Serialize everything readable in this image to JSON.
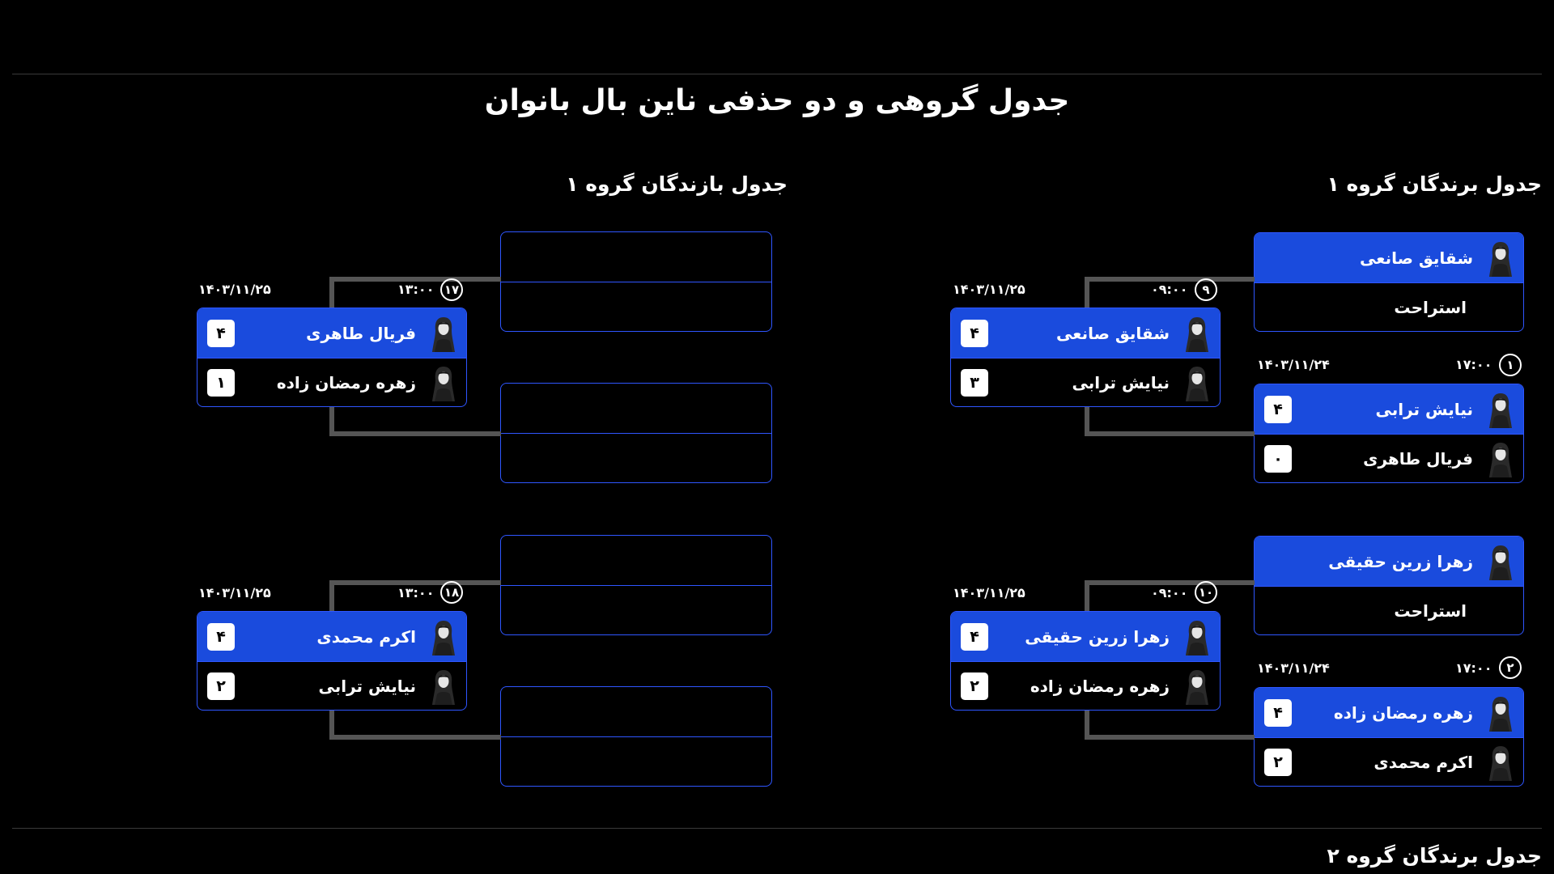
{
  "page": {
    "title": "جدول گروهی و دو حذفی ناین بال بانوان",
    "winners_group1": "جدول برندگان گروه ۱",
    "losers_group1": "جدول بازندگان گروه ۱",
    "winners_group2": "جدول برندگان گروه ۲"
  },
  "bye": {
    "a": {
      "player": "شقایق صانعی",
      "status": "استراحت"
    },
    "b": {
      "player": "زهرا زرین حقیقی",
      "status": "استراحت"
    }
  },
  "matches": {
    "m1": {
      "num": "۱",
      "time": "۱۷:۰۰",
      "date": "۱۴۰۳/۱۱/۲۴",
      "p1": "نیایش ترابی",
      "s1": "۴",
      "p2": "فریال طاهری",
      "s2": "۰"
    },
    "m2": {
      "num": "۲",
      "time": "۱۷:۰۰",
      "date": "۱۴۰۳/۱۱/۲۴",
      "p1": "زهره رمضان زاده",
      "s1": "۴",
      "p2": "اکرم محمدی",
      "s2": "۲"
    },
    "m9": {
      "num": "۹",
      "time": "۰۹:۰۰",
      "date": "۱۴۰۳/۱۱/۲۵",
      "p1": "شقایق صانعی",
      "s1": "۴",
      "p2": "نیایش ترابی",
      "s2": "۳"
    },
    "m10": {
      "num": "۱۰",
      "time": "۰۹:۰۰",
      "date": "۱۴۰۳/۱۱/۲۵",
      "p1": "زهرا زرین حقیقی",
      "s1": "۴",
      "p2": "زهره رمضان زاده",
      "s2": "۲"
    },
    "m17": {
      "num": "۱۷",
      "time": "۱۳:۰۰",
      "date": "۱۴۰۳/۱۱/۲۵",
      "p1": "فریال طاهری",
      "s1": "۴",
      "p2": "زهره رمضان زاده",
      "s2": "۱"
    },
    "m18": {
      "num": "۱۸",
      "time": "۱۳:۰۰",
      "date": "۱۴۰۳/۱۱/۲۵",
      "p1": "اکرم محمدی",
      "s1": "۴",
      "p2": "نیایش ترابی",
      "s2": "۲"
    }
  }
}
